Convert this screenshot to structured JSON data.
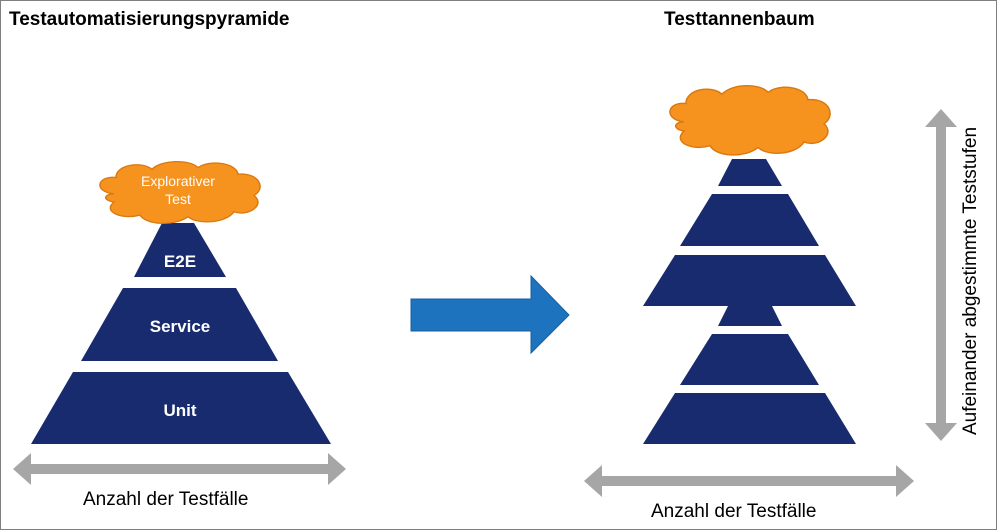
{
  "left": {
    "title": "Testautomatisierungspyramide",
    "cloud_label_line1": "Explorativer",
    "cloud_label_line2": "Test",
    "tiers": [
      "E2E",
      "Service",
      "Unit"
    ],
    "axis_label": "Anzahl der Testfälle"
  },
  "right": {
    "title": "Testtannenbaum",
    "axis_label": "Anzahl der Testfälle",
    "vertical_label": "Aufeinander abgestimmte Teststufen"
  },
  "colors": {
    "tier": "#172b6e",
    "cloud": "#f6921e",
    "arrow": "#1e73be",
    "gray_arrow": "#a6a6a6"
  }
}
